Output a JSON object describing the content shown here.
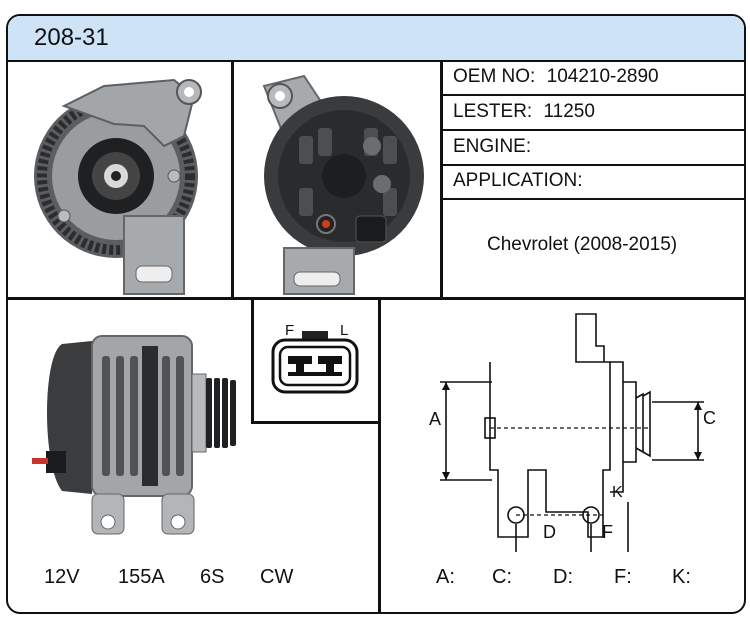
{
  "part_number": "208-31",
  "info": {
    "oem_label": "OEM NO:",
    "oem_value": "104210-2890",
    "lester_label": "LESTER:",
    "lester_value": "11250",
    "engine_label": "ENGINE:",
    "application_label": "APPLICATION:",
    "application_value": "Chevrolet (2008-2015)"
  },
  "connector": {
    "left_pin": "F",
    "right_pin": "L"
  },
  "specs": {
    "voltage": "12V",
    "amperage": "155A",
    "pulley": "6S",
    "rotation": "CW"
  },
  "diagram": {
    "label_a": "A",
    "label_c": "C",
    "label_d": "D",
    "label_f": "F",
    "label_k": "K"
  },
  "dimensions": {
    "a_label": "A:",
    "c_label": "C:",
    "d_label": "D:",
    "f_label": "F:",
    "k_label": "K:"
  },
  "colors": {
    "header_bg": "#cfe3f6",
    "border": "#111111",
    "metal": "#8a8d90",
    "dark_body": "#3a3b3d"
  }
}
